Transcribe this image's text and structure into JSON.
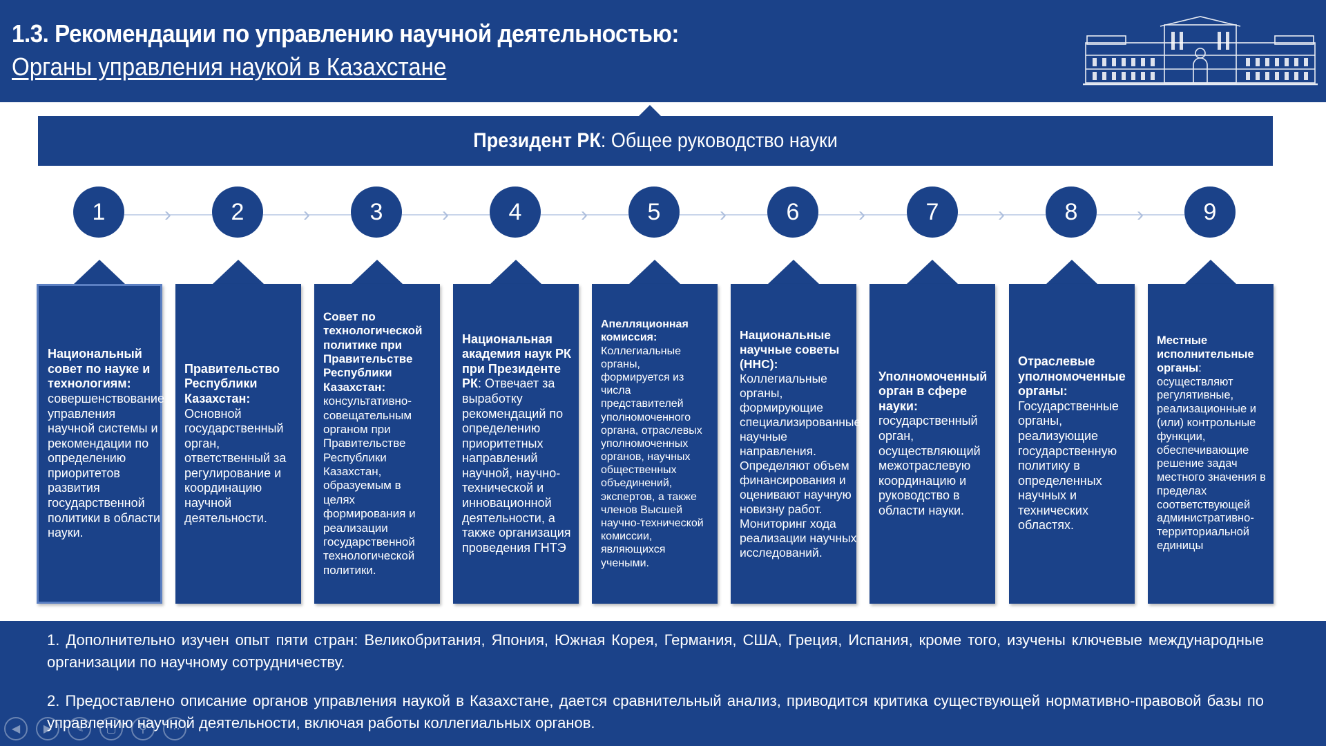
{
  "header": {
    "title": "1.3. Рекомендации по управлению научной деятельностью:",
    "subtitle": "Органы управления наукой в Казахстане"
  },
  "president": {
    "bold": "Президент РК",
    "text": ": Общее руководство науки"
  },
  "steps": [
    "1",
    "2",
    "3",
    "4",
    "5",
    "6",
    "7",
    "8",
    "9"
  ],
  "cards": [
    {
      "head": "Национальный совет по науке и технологиям:",
      "body": " совершенствование управления научной системы и рекомендации по определению приоритетов развития государственной политики в области науки."
    },
    {
      "head": "Правительство Республики Казахстан:",
      "body": " Основной государственный орган, ответственный за регулирование и координацию научной деятельности."
    },
    {
      "head": "Совет по технологической политике при Правительстве Республики Казахстан:",
      "body": " консультативно-совещательным органом при Правительстве Республики Казахстан, образуемым в целях формирования и реализации государственной технологической политики."
    },
    {
      "head": "Национальная академия наук РК при Президенте РК",
      "body": ": Отвечает за выработку рекомендаций по определению приоритетных направлений научной, научно-технической и инновационной деятельности, а также организация проведения ГНТЭ"
    },
    {
      "head": "Апелляционная комиссия:",
      "body": " Коллегиальные органы, формируется из числа представителей уполномоченного органа, отраслевых уполномоченных органов, научных общественных объединений, экспертов, а также членов Высшей научно-технической комиссии, являющихся учеными."
    },
    {
      "head": "Национальные научные советы (ННС):",
      "body": " Коллегиальные органы, формирующие специализированные научные направления. Определяют объем финансирования и оценивают научную новизну работ. Мониторинг хода реализации научных исследований."
    },
    {
      "head": "Уполномоченный орган в сфере науки:",
      "body": " государственный орган, осуществляющий межотраслевую координацию и руководство в области науки."
    },
    {
      "head": "Отраслевые уполномоченные органы:",
      "body": " Государственные органы, реализующие государственную политику в определенных научных и технических областях."
    },
    {
      "head": "Местные исполнительные органы",
      "body": ": осуществляют регулятивные, реализационные и (или) контрольные функции, обеспечивающие решение задач местного значения в пределах соответствующей административно-территориальной единицы"
    }
  ],
  "footer": {
    "note1": "1. Дополнительно изучен опыт пяти стран: Великобритания, Япония, Южная Корея, Германия, США, Греция, Испания, кроме того, изучены ключевые международные организации по научному сотрудничеству.",
    "note2": "2. Предоставлено описание органов управления наукой в Казахстане, дается сравнительный анализ, приводится критика существующей нормативно-правовой базы по управлению научной деятельности, включая работы коллегиальных органов."
  },
  "nav_icons": [
    "back-arrow-icon",
    "forward-arrow-icon",
    "pen-icon",
    "slides-icon",
    "zoom-icon",
    "more-icon"
  ],
  "colors": {
    "primary": "#1b4289",
    "connector": "#c9d5ea",
    "chevron": "#aebfdd"
  }
}
